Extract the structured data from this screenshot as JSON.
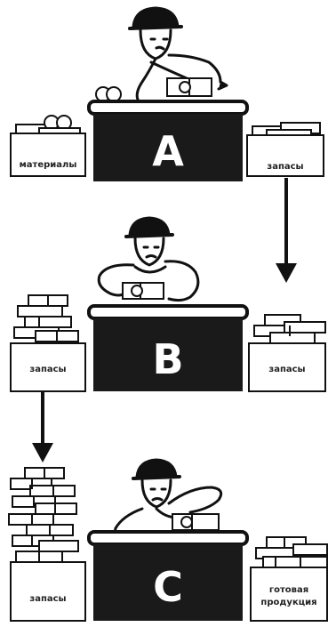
{
  "stations": [
    {
      "letter": "A",
      "left_bin": "материалы",
      "right_bin": "запасы"
    },
    {
      "letter": "B",
      "left_bin": "запасы",
      "right_bin": "запасы"
    },
    {
      "letter": "C",
      "left_bin": "запасы",
      "right_bin_line1": "готовая",
      "right_bin_line2": "продукция"
    }
  ],
  "colors": {
    "ink": "#111111",
    "desk": "#1a1a1a",
    "paper": "#ffffff",
    "gray": "#9a9a9a"
  }
}
